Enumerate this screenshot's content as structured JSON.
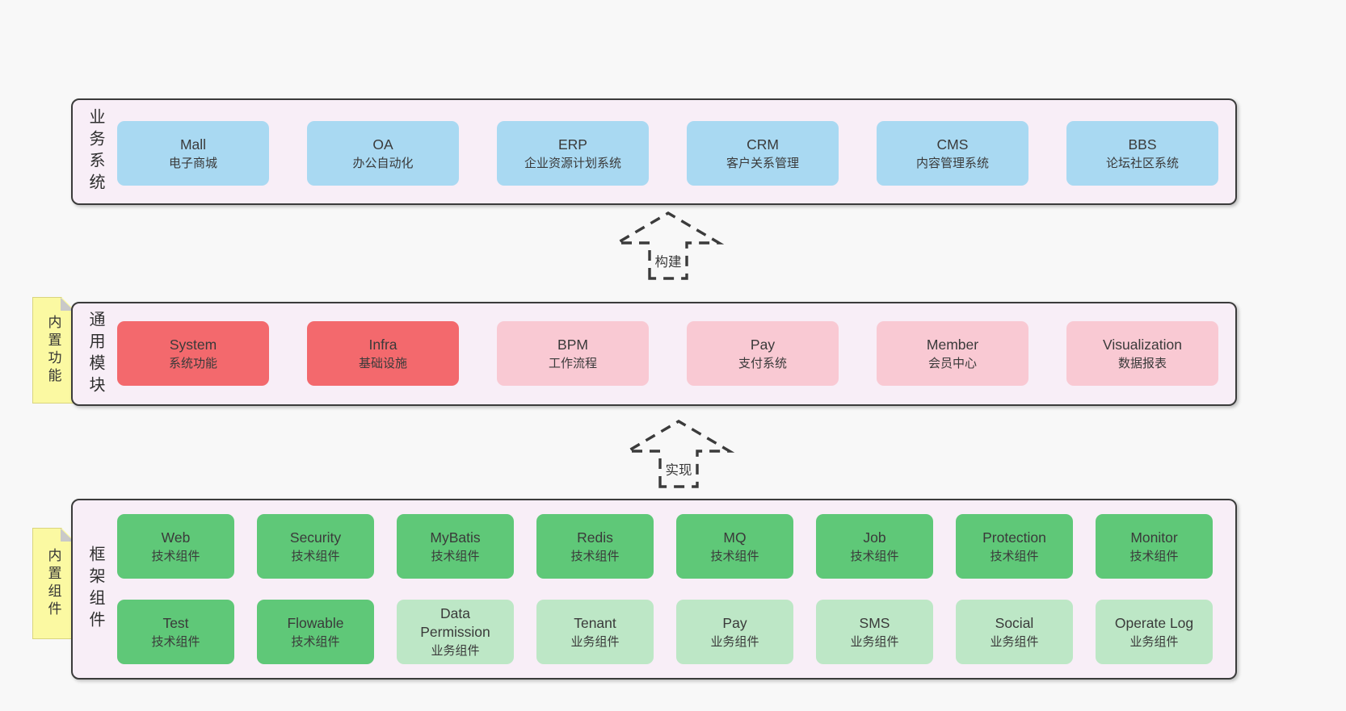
{
  "colors": {
    "page_bg": "#f8f8f8",
    "band_bg": "#f8eef7",
    "band_border": "#3b3b3b",
    "blue_box": "#a9d9f2",
    "red_box": "#f3696d",
    "pink_box": "#f9c9d3",
    "green_box": "#5fc878",
    "green_light_box": "#bde7c6",
    "note_yellow": "#fbf9a2",
    "note_fold": "#c9c9c9",
    "text": "#3a3a3a"
  },
  "bands": {
    "business": {
      "label": "业务系统",
      "boxes": [
        {
          "name": "Mall",
          "desc": "电子商城"
        },
        {
          "name": "OA",
          "desc": "办公自动化"
        },
        {
          "name": "ERP",
          "desc": "企业资源计划系统"
        },
        {
          "name": "CRM",
          "desc": "客户关系管理"
        },
        {
          "name": "CMS",
          "desc": "内容管理系统"
        },
        {
          "name": "BBS",
          "desc": "论坛社区系统"
        }
      ]
    },
    "modules": {
      "label": "通用模块",
      "note": "内置功能",
      "boxes": [
        {
          "name": "System",
          "desc": "系统功能"
        },
        {
          "name": "Infra",
          "desc": "基础设施"
        },
        {
          "name": "BPM",
          "desc": "工作流程"
        },
        {
          "name": "Pay",
          "desc": "支付系统"
        },
        {
          "name": "Member",
          "desc": "会员中心"
        },
        {
          "name": "Visualization",
          "desc": "数据报表"
        }
      ]
    },
    "components": {
      "label": "框架组件",
      "note": "内置组件",
      "row1": [
        {
          "name": "Web",
          "desc": "技术组件"
        },
        {
          "name": "Security",
          "desc": "技术组件"
        },
        {
          "name": "MyBatis",
          "desc": "技术组件"
        },
        {
          "name": "Redis",
          "desc": "技术组件"
        },
        {
          "name": "MQ",
          "desc": "技术组件"
        },
        {
          "name": "Job",
          "desc": "技术组件"
        },
        {
          "name": "Protection",
          "desc": "技术组件"
        },
        {
          "name": "Monitor",
          "desc": "技术组件"
        }
      ],
      "row2": [
        {
          "name": "Test",
          "desc": "技术组件"
        },
        {
          "name": "Flowable",
          "desc": "技术组件"
        },
        {
          "name": "Data Permission",
          "desc": "业务组件"
        },
        {
          "name": "Tenant",
          "desc": "业务组件"
        },
        {
          "name": "Pay",
          "desc": "业务组件"
        },
        {
          "name": "SMS",
          "desc": "业务组件"
        },
        {
          "name": "Social",
          "desc": "业务组件"
        },
        {
          "name": "Operate Log",
          "desc": "业务组件"
        }
      ]
    }
  },
  "arrows": {
    "build": "构建",
    "implement": "实现"
  }
}
